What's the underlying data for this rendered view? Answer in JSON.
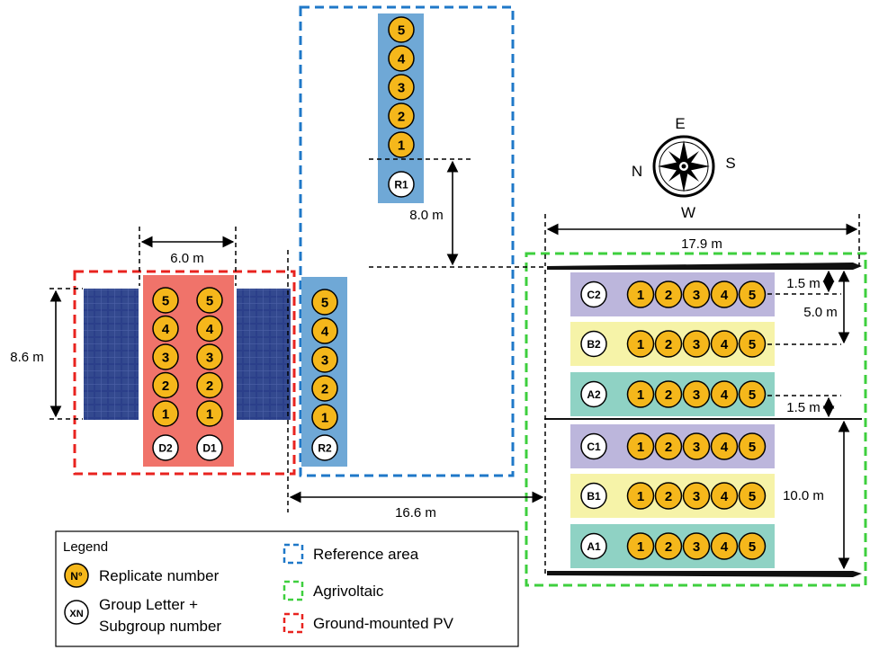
{
  "measurements": {
    "pv_width": "6.0 m",
    "pv_length": "8.6 m",
    "reference_offset": "8.0 m",
    "agri_width": "17.9 m",
    "distance_between_areas": "16.6 m",
    "row_top_offset": "1.5 m",
    "row_spacing": "5.0 m",
    "middle_gap": "1.5 m",
    "section_length": "10.0 m"
  },
  "compass": {
    "north": "N",
    "east": "E",
    "south": "S",
    "west": "W"
  },
  "reference_plots": [
    {
      "group": "R1",
      "replicates": [
        "5",
        "4",
        "3",
        "2",
        "1"
      ]
    },
    {
      "group": "R2",
      "replicates": [
        "5",
        "4",
        "3",
        "2",
        "1"
      ]
    }
  ],
  "pv_plots": [
    {
      "group": "D2",
      "replicates": [
        "5",
        "4",
        "3",
        "2",
        "1"
      ]
    },
    {
      "group": "D1",
      "replicates": [
        "5",
        "4",
        "3",
        "2",
        "1"
      ]
    }
  ],
  "agri_rows": [
    {
      "group": "C2",
      "color": "#bcb6dc",
      "replicates": [
        "1",
        "2",
        "3",
        "4",
        "5"
      ]
    },
    {
      "group": "B2",
      "color": "#f6f3a8",
      "replicates": [
        "1",
        "2",
        "3",
        "4",
        "5"
      ]
    },
    {
      "group": "A2",
      "color": "#8fd2c4",
      "replicates": [
        "1",
        "2",
        "3",
        "4",
        "5"
      ]
    },
    {
      "group": "C1",
      "color": "#bcb6dc",
      "replicates": [
        "1",
        "2",
        "3",
        "4",
        "5"
      ]
    },
    {
      "group": "B1",
      "color": "#f6f3a8",
      "replicates": [
        "1",
        "2",
        "3",
        "4",
        "5"
      ]
    },
    {
      "group": "A1",
      "color": "#8fd2c4",
      "replicates": [
        "1",
        "2",
        "3",
        "4",
        "5"
      ]
    }
  ],
  "legend": {
    "title": "Legend",
    "replicate_symbol": "N°",
    "replicate_label": "Replicate number",
    "group_symbol": "XN",
    "group_label_line1": "Group Letter +",
    "group_label_line2": "Subgroup number",
    "reference_label": "Reference area",
    "agri_label": "Agrivoltaic",
    "pv_label": "Ground-mounted PV"
  },
  "colors": {
    "reference": "#1f78c8",
    "agrivoltaic": "#3ecf3e",
    "pv": "#e8231f",
    "replicate_fill": "#f5b71b",
    "reference_strip": "#6fa8d6",
    "pv_strip": "#f0736a",
    "panel": "#2b3f8a"
  }
}
